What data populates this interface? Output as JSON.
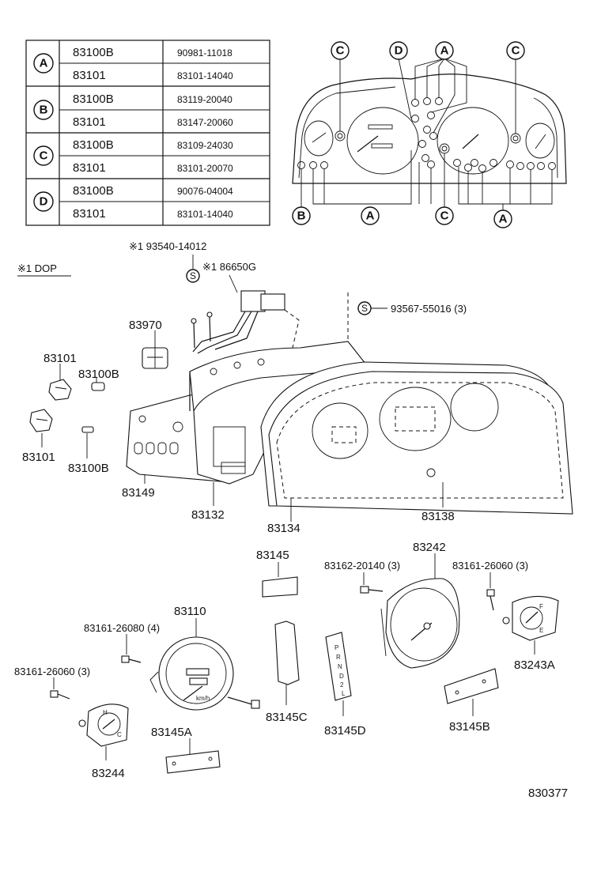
{
  "table": {
    "rows": [
      {
        "code": "A",
        "p1": "83100B",
        "n1": "90981-11018",
        "p2": "83101",
        "n2": "83101-14040"
      },
      {
        "code": "B",
        "p1": "83100B",
        "n1": "83119-20040",
        "p2": "83101",
        "n2": "83147-20060"
      },
      {
        "code": "C",
        "p1": "83100B",
        "n1": "83109-24030",
        "p2": "83101",
        "n2": "83101-20070"
      },
      {
        "code": "D",
        "p1": "83100B",
        "n1": "90076-04004",
        "p2": "83101",
        "n2": "83101-14040"
      }
    ]
  },
  "cluster_badges": {
    "c_left": "C",
    "d_top": "D",
    "a_top": "A",
    "c_right": "C",
    "b_bottom": "B",
    "a_bottom_left": "A",
    "c_bottom": "C",
    "a_bottom_right": "A"
  },
  "notes": {
    "dop_ref": "※1 DOP",
    "ref_1": "※1 93540-14012",
    "ref_2": "※1 86650G",
    "s1": "S",
    "s2": "S",
    "screw_ref": "93567-55016 (3)"
  },
  "parts": {
    "p83970": "83970",
    "p83101_a": "83101",
    "p83100b_a": "83100B",
    "p83101_b": "83101",
    "p83100b_b": "83100B",
    "p83149": "83149",
    "p83132": "83132",
    "p83134": "83134",
    "p83138": "83138",
    "p83145": "83145",
    "p83242": "83242",
    "s83162": "83162-20140 (3)",
    "s83161_r": "83161-26060 (3)",
    "p83110": "83110",
    "s83161_m": "83161-26080 (4)",
    "s83161_l": "83161-26060 (3)",
    "p83243a": "83243A",
    "p83145c": "83145C",
    "p83145d": "83145D",
    "p83145b": "83145B",
    "p83145a": "83145A",
    "p83244": "83244",
    "footer_code": "830377"
  },
  "dial_marks": {
    "kmh": "km/h",
    "fuel_f": "F",
    "fuel_e": "E",
    "temp_h": "H",
    "temp_c": "C",
    "gear_p": "P",
    "gear_r": "R",
    "gear_n": "N",
    "gear_d": "D",
    "gear_2": "2",
    "gear_l": "L"
  },
  "colors": {
    "ink": "#111111",
    "paper": "#ffffff"
  }
}
